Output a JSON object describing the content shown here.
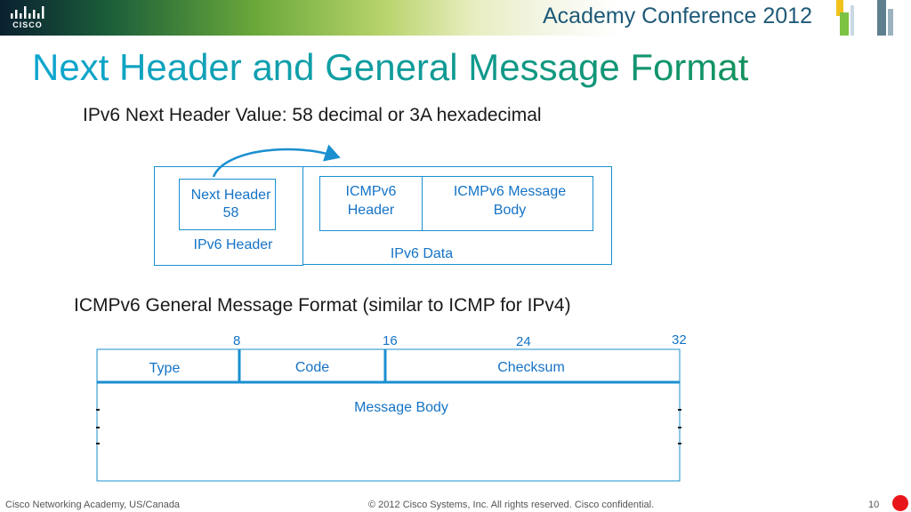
{
  "header": {
    "logo_text": "CISCO",
    "conference": "Academy Conference 2012",
    "colors": {
      "title": "#0f9bbf",
      "diagram_blue": "#1473c6",
      "border_blue": "#1a8fd0",
      "page_dot": "#e8161b"
    }
  },
  "slide": {
    "title": "Next Header and General Message Format",
    "subtitle": "IPv6 Next Header Value: 58 decimal or 3A hexadecimal",
    "subtitle_2": "ICMPv6 General Message Format (similar to ICMP for IPv4)"
  },
  "packet_diagram": {
    "next_header_line1": "Next Header",
    "next_header_line2": "58",
    "ipv6_header": "IPv6 Header",
    "icmpv6_header_line1": "ICMPv6",
    "icmpv6_header_line2": "Header",
    "icmpv6_body_line1": "ICMPv6 Message",
    "icmpv6_body_line2": "Body",
    "ipv6_data": "IPv6 Data"
  },
  "message_format": {
    "bit_8": "8",
    "bit_16": "16",
    "bit_24": "24",
    "bit_32": "32",
    "type": "Type",
    "code": "Code",
    "checksum": "Checksum",
    "message_body": "Message Body"
  },
  "footer": {
    "left": "Cisco Networking Academy, US/Canada",
    "center": "© 2012 Cisco Systems, Inc. All rights reserved. Cisco confidential.",
    "page": "10"
  }
}
